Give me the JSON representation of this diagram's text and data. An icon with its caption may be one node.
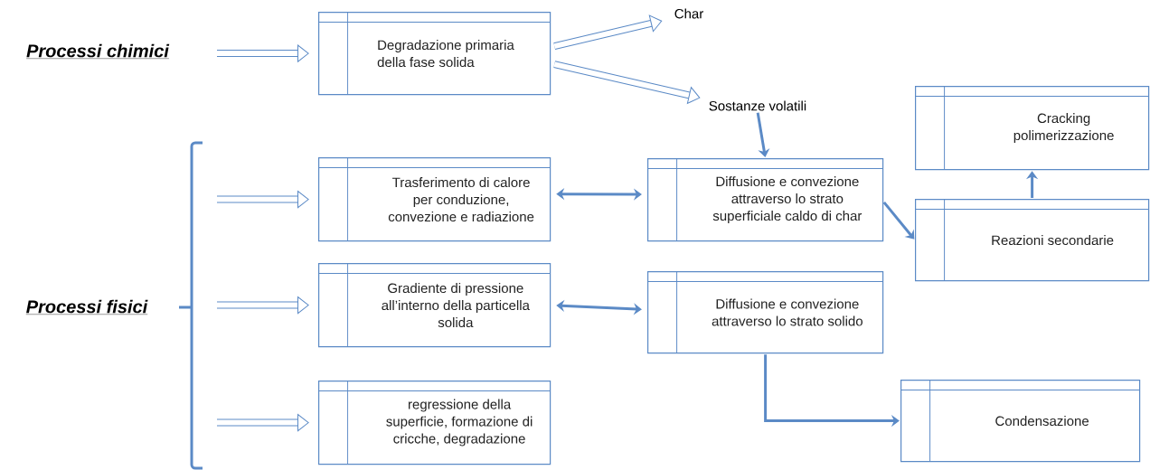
{
  "diagram": {
    "nodes": [
      {
        "text": [
          "Processi chimici"
        ]
      },
      {
        "text": [
          "Degradazione primaria della fase solida"
        ]
      },
      {
        "text": [
          "Char"
        ]
      },
      {
        "text": [
          "Sostanze volatili"
        ]
      },
      {
        "text": [
          "Cracking polimerizzazione"
        ]
      },
      {
        "text": [
          "Processi fisici"
        ]
      },
      {
        "text": [
          "Trasferimento di calore per conduzione, convezione e radiazione"
        ]
      },
      {
        "text": [
          "Diffusione e convezione attraverso lo strato superficiale caldo di char"
        ]
      },
      {
        "text": [
          "Reazioni secondarie"
        ]
      },
      {
        "text": [
          "Gradiente di pressione all’interno della particella solida"
        ]
      },
      {
        "text": [
          "Diffusione e convezione attraverso lo strato solido"
        ]
      },
      {
        "text": [
          "regressione della superficie, formazione di cricche, degradazione"
        ]
      },
      {
        "text": [
          "Condensazione"
        ]
      }
    ],
    "edges": [
      {
        "from": null,
        "to": 1,
        "arrow": "to",
        "style": "thick"
      },
      {
        "from": 1,
        "to": 2,
        "arrow": "to",
        "style": "thick"
      },
      {
        "from": 1,
        "to": 3,
        "arrow": "to",
        "style": "thick"
      },
      {
        "from": null,
        "to": 6,
        "arrow": "to",
        "style": "thick"
      },
      {
        "from": null,
        "to": 9,
        "arrow": "to",
        "style": "thick"
      },
      {
        "from": null,
        "to": 11,
        "arrow": "to",
        "style": "thick"
      },
      {
        "from": 3,
        "to": 7,
        "arrow": "to"
      },
      {
        "from": 6,
        "to": 7,
        "arrow": "both"
      },
      {
        "from": 7,
        "to": 8,
        "arrow": "to"
      },
      {
        "from": 8,
        "to": 4,
        "arrow": "to"
      },
      {
        "from": 9,
        "to": 10,
        "arrow": "both"
      },
      {
        "from": 10,
        "to": 12,
        "arrow": "to"
      }
    ]
  }
}
